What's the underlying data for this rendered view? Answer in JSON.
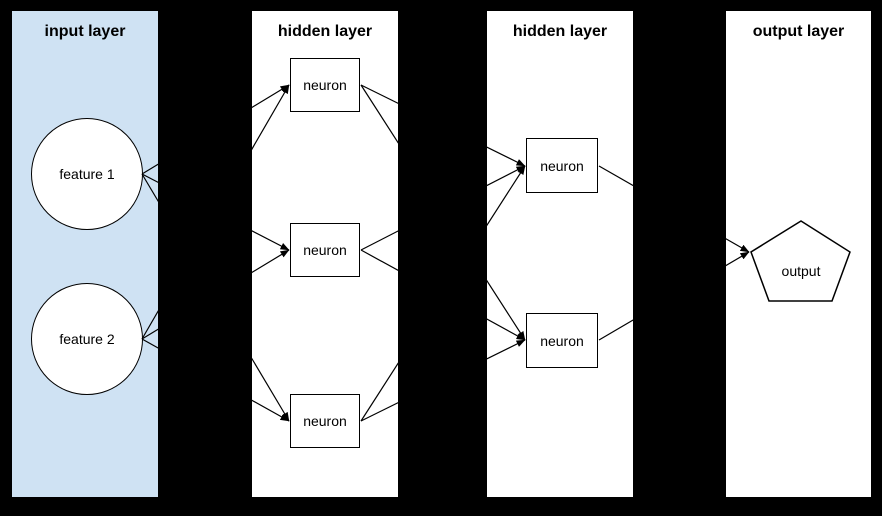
{
  "layers": [
    {
      "title": "input layer",
      "fill": "#cfe2f3"
    },
    {
      "title": "hidden layer",
      "fill": "#ffffff"
    },
    {
      "title": "hidden layer",
      "fill": "#ffffff"
    },
    {
      "title": "output layer",
      "fill": "#ffffff"
    }
  ],
  "nodes": {
    "f1": {
      "label": "feature 1",
      "shape": "circle",
      "layer": "input layer"
    },
    "f2": {
      "label": "feature 2",
      "shape": "circle",
      "layer": "input layer"
    },
    "h1n1": {
      "label": "neuron",
      "shape": "rectangle",
      "layer": "hidden layer 1"
    },
    "h1n2": {
      "label": "neuron",
      "shape": "rectangle",
      "layer": "hidden layer 1"
    },
    "h1n3": {
      "label": "neuron",
      "shape": "rectangle",
      "layer": "hidden layer 1"
    },
    "h2n1": {
      "label": "neuron",
      "shape": "rectangle",
      "layer": "hidden layer 2"
    },
    "h2n2": {
      "label": "neuron",
      "shape": "rectangle",
      "layer": "hidden layer 2"
    },
    "out": {
      "label": "output",
      "shape": "pentagon",
      "layer": "output layer"
    }
  },
  "edges": [
    {
      "from": "f1",
      "to": "h1n1"
    },
    {
      "from": "f1",
      "to": "h1n2"
    },
    {
      "from": "f1",
      "to": "h1n3"
    },
    {
      "from": "f2",
      "to": "h1n1"
    },
    {
      "from": "f2",
      "to": "h1n2"
    },
    {
      "from": "f2",
      "to": "h1n3"
    },
    {
      "from": "h1n1",
      "to": "h2n1"
    },
    {
      "from": "h1n1",
      "to": "h2n2"
    },
    {
      "from": "h1n2",
      "to": "h2n1"
    },
    {
      "from": "h1n2",
      "to": "h2n2"
    },
    {
      "from": "h1n3",
      "to": "h2n1"
    },
    {
      "from": "h1n3",
      "to": "h2n2"
    },
    {
      "from": "h2n1",
      "to": "out"
    },
    {
      "from": "h2n2",
      "to": "out"
    }
  ],
  "colors": {
    "background": "#000000",
    "edge": "#000000",
    "node_fill": "#ffffff",
    "node_stroke": "#000000",
    "input_panel_fill": "#cfe2f3",
    "panel_fill": "#ffffff"
  }
}
